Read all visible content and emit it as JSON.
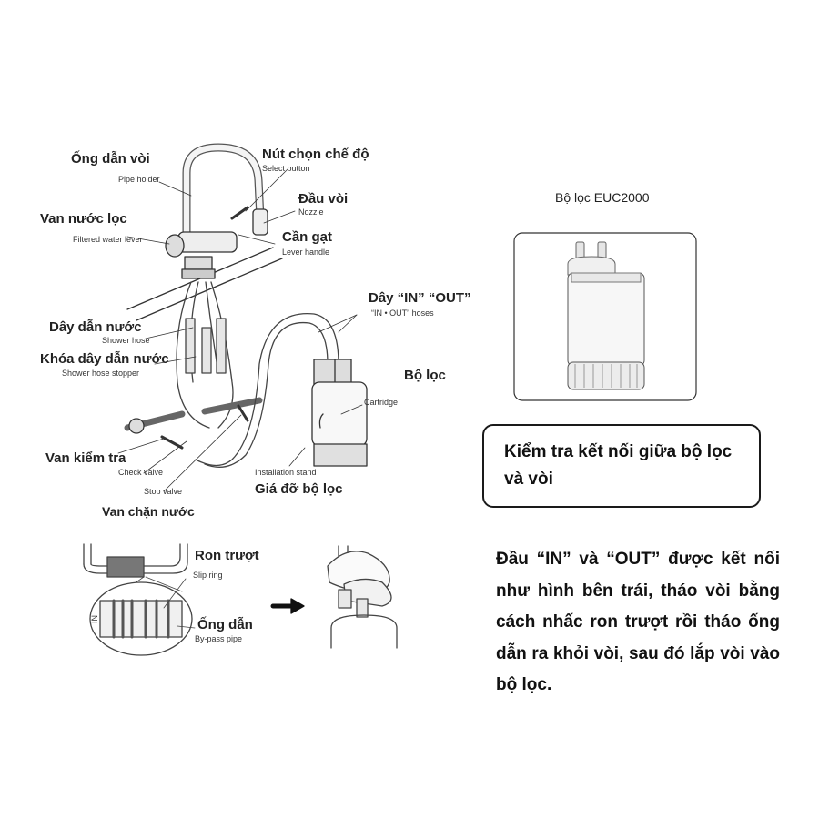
{
  "labels": {
    "pipe_holder_vn": "Ống dẫn vòi",
    "pipe_holder_en": "Pipe holder",
    "select_button_vn": "Nút chọn chế độ",
    "select_button_en": "Select button",
    "nozzle_vn": "Đầu vòi",
    "nozzle_en": "Nozzle",
    "filtered_lever_vn": "Van nước lọc",
    "filtered_lever_en": "Filtered water lever",
    "lever_handle_vn": "Cần gạt",
    "lever_handle_en": "Lever handle",
    "in_out_vn": "Dây “IN” “OUT”",
    "in_out_en": "“IN • OUT” hoses",
    "shower_hose_vn": "Dây dẫn nước",
    "shower_hose_en": "Shower hose",
    "hose_stopper_vn": "Khóa dây dẫn nước",
    "hose_stopper_en": "Shower hose stopper",
    "filter_vn": "Bộ lọc",
    "cartridge_en": "Cartridge",
    "check_valve_vn": "Van kiểm tra",
    "check_valve_en": "Check valve",
    "stop_valve_en": "Stop valve",
    "stand_en": "Installation stand",
    "stand_vn": "Giá đỡ bộ lọc",
    "stop_valve_vn": "Van chặn nước",
    "slip_ring_vn": "Ron trượt",
    "slip_ring_en": "Slip ring",
    "bypass_vn": "Ống dẫn",
    "bypass_en": "By-pass pipe",
    "in_mark": "IN"
  },
  "product": {
    "title": "Bộ lọc EUC2000"
  },
  "note_box": "Kiểm tra kết nối giữa bộ lọc và vòi",
  "instruction": "Đầu “IN” và “OUT” được kết nối như hình bên trái, tháo vòi bằng cách nhấc ron trượt rồi tháo ống dẫn ra khỏi vòi, sau đó lắp vòi vào bộ lọc."
}
